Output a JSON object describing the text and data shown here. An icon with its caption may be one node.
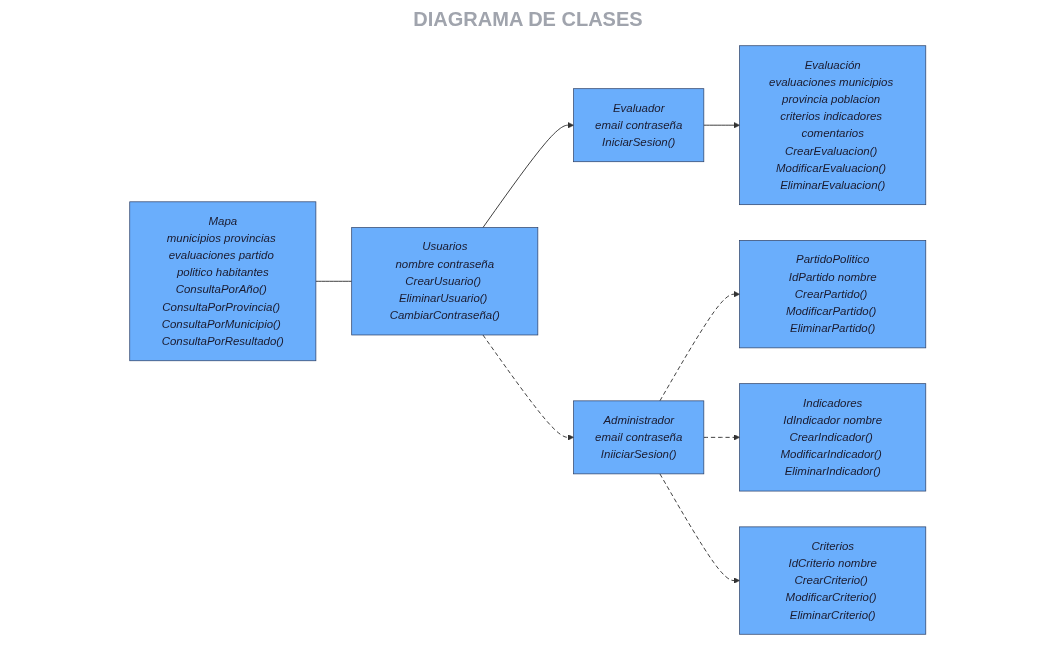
{
  "diagram": {
    "title": "DIAGRAMA DE CLASES",
    "nodes": [
      {
        "text": [
          "Mapa",
          "municipios provincias evaluaciones partido politico habitantes",
          "ConsultaPorAño() ConsultaPorProvincia() ConsultaPorMunicipio() ConsultaPorResultado()"
        ]
      },
      {
        "text": [
          "Usuarios",
          "nombre contraseña",
          "CrearUsuario() EliminarUsuario() CambiarContraseña()"
        ]
      },
      {
        "text": [
          "Evaluador",
          "email contraseña",
          "IniciarSesion()"
        ]
      },
      {
        "text": [
          "Evaluación",
          "evaluaciones municipios provincia poblacion criterios indicadores comentarios",
          "CrearEvaluacion() ModificarEvaluacion() EliminarEvaluacion()"
        ]
      },
      {
        "text": [
          "Administrador",
          "email contraseña",
          "IniiciarSesion()"
        ]
      },
      {
        "text": [
          "PartidoPolitico",
          "IdPartido nombre",
          "CrearPartido() ModificarPartido() EliminarPartido()"
        ]
      },
      {
        "text": [
          "Indicadores",
          "IdIndicador nombre",
          "CrearIndicador() ModificarIndicador() EliminarIndicador()"
        ]
      },
      {
        "text": [
          "Criterios",
          "IdCriterio nombre",
          "CrearCriterio() ModificarCriterio() EliminarCriterio()"
        ]
      }
    ],
    "edges": [
      {
        "from": 0,
        "to": 1,
        "arrow": "none"
      },
      {
        "from": 1,
        "to": 2,
        "arrow": "to"
      },
      {
        "from": 2,
        "to": 3,
        "arrow": "to"
      },
      {
        "from": 1,
        "to": 4,
        "arrow": "to",
        "style": "dashed"
      },
      {
        "from": 4,
        "to": 5,
        "arrow": "to",
        "style": "dashed"
      },
      {
        "from": 4,
        "to": 6,
        "arrow": "to",
        "style": "dashed"
      },
      {
        "from": 4,
        "to": 7,
        "arrow": "to",
        "style": "dashed"
      }
    ]
  }
}
